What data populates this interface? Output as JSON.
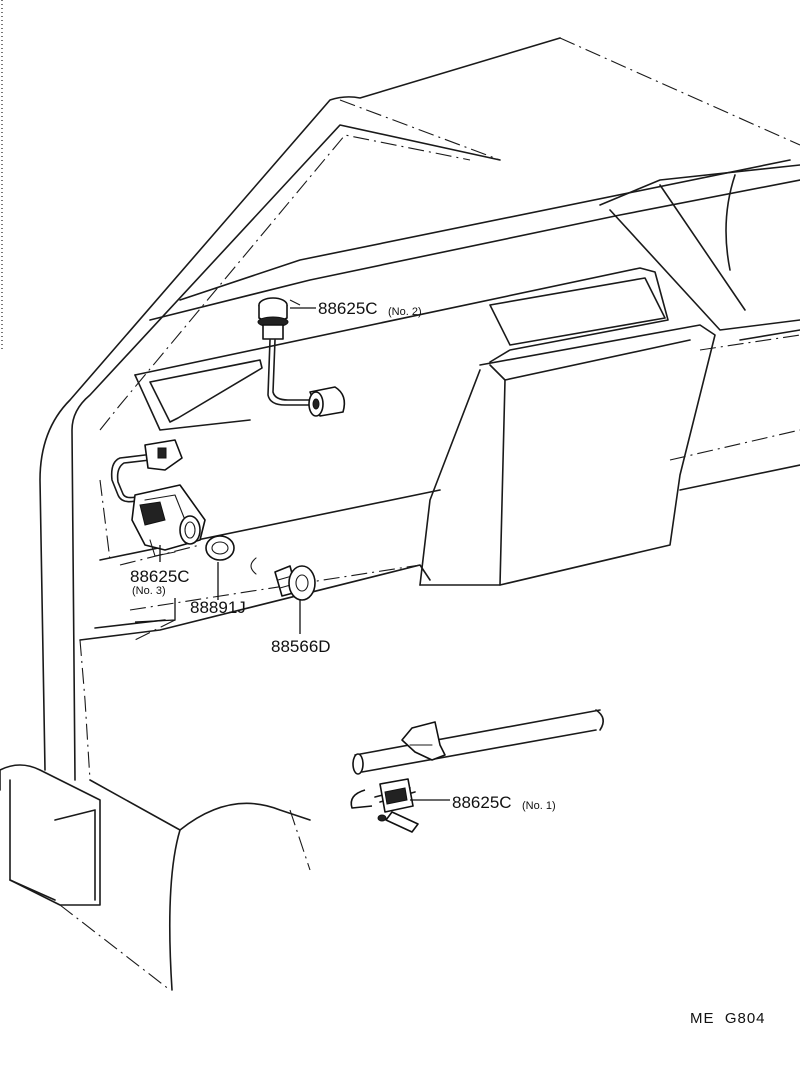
{
  "callouts": [
    {
      "id": "no2",
      "part": "88625C",
      "note": "(No. 2)"
    },
    {
      "id": "no3",
      "part": "88625C",
      "note": "(No. 3)"
    },
    {
      "id": "washer",
      "part": "88891J",
      "note": ""
    },
    {
      "id": "grommet",
      "part": "88566D",
      "note": ""
    },
    {
      "id": "no1",
      "part": "88625C",
      "note": "(No. 1)"
    }
  ],
  "drawing_code": "ME  G804"
}
